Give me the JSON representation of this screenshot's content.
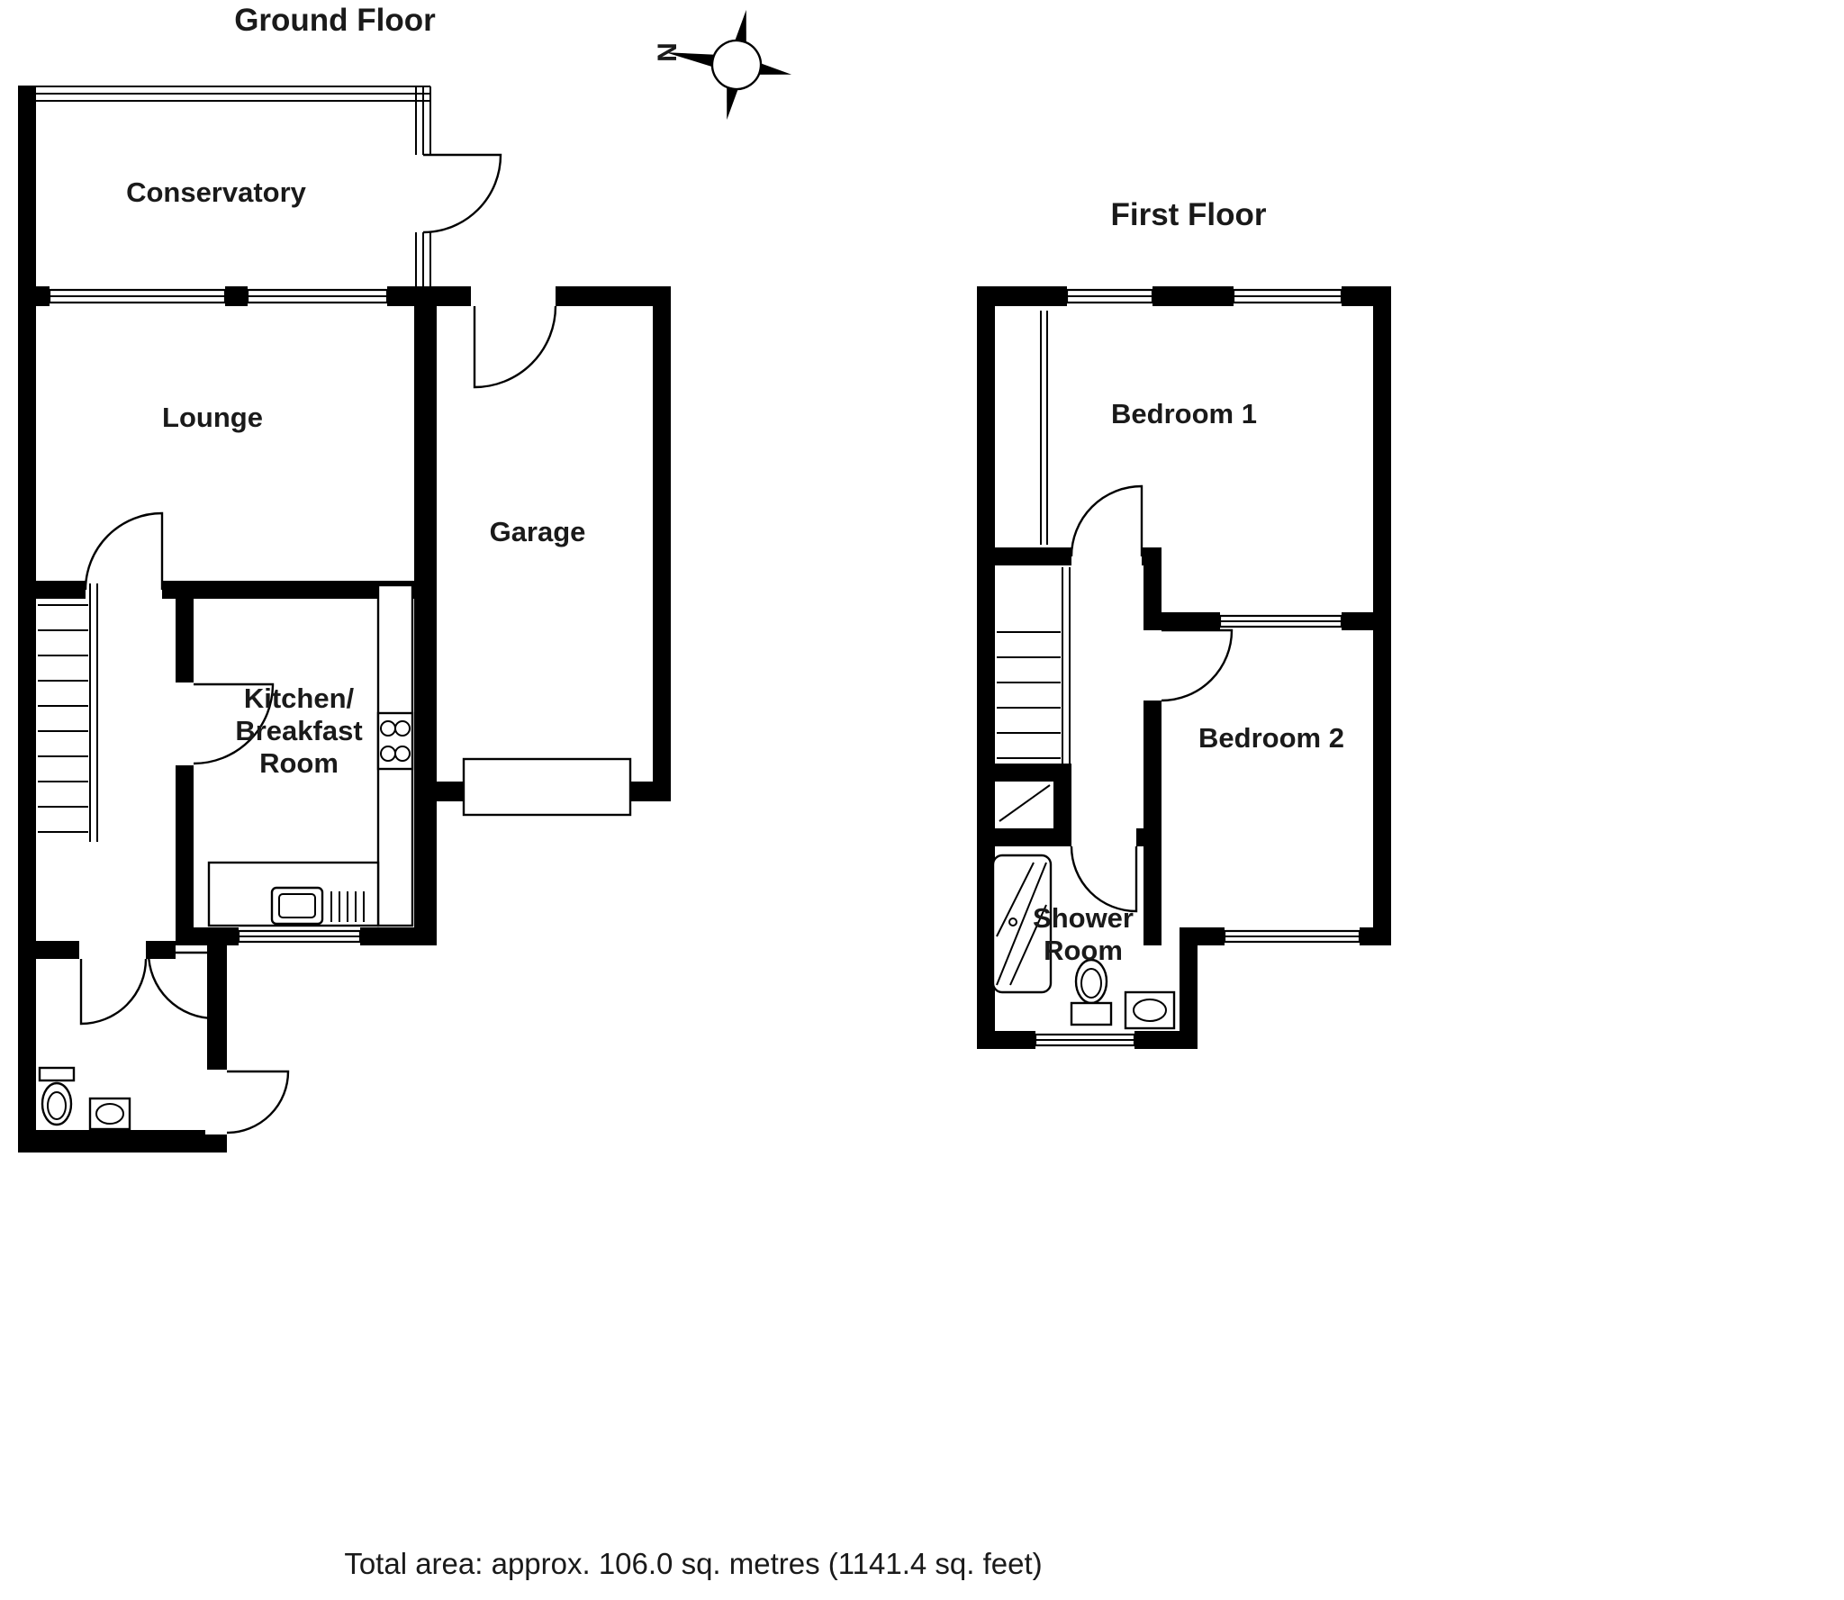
{
  "colors": {
    "wall": "#000000",
    "line": "#000000",
    "text": "#1a1a1a",
    "background": "#ffffff"
  },
  "compass": {
    "north_label": "N"
  },
  "ground_floor": {
    "title": "Ground Floor",
    "labels": {
      "conservatory": "Conservatory",
      "lounge": "Lounge",
      "garage": "Garage",
      "kitchen_line1": "Kitchen/",
      "kitchen_line2": "Breakfast",
      "kitchen_line3": "Room"
    }
  },
  "first_floor": {
    "title": "First Floor",
    "labels": {
      "bedroom1": "Bedroom 1",
      "bedroom2": "Bedroom 2",
      "shower_line1": "Shower",
      "shower_line2": "Room"
    }
  },
  "footer": {
    "total_area": "Total area: approx. 106.0 sq. metres (1141.4 sq. feet)"
  }
}
